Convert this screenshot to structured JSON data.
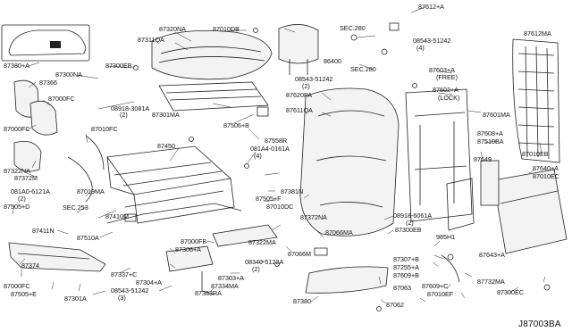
{
  "diagram": {
    "drawing_code": "J87003BA",
    "labels": [
      "87320NA",
      "87311QA",
      "87010DB",
      "SEC.280",
      "87612+A",
      "87612MA",
      "08543-51242",
      "(4)",
      "87380+A",
      "87300NA",
      "87300EB",
      "87366",
      "86400",
      "SEC.280",
      "87603+A",
      "(FREE)",
      "87602+A",
      "(LOCK)",
      "08918-3081A",
      "(2)",
      "87301MA",
      "08543-51242",
      "(2)",
      "87620PA",
      "87611QA",
      "87601MA",
      "87000FC",
      "87506+B",
      "87558R",
      "87608+A",
      "87510BA",
      "87000FC",
      "87010FC",
      "87450",
      "081A4-0161A",
      "(4)",
      "87649",
      "87010EB",
      "87640+A",
      "87010EC",
      "87322NA",
      "87372M",
      "081A0-6121A",
      "(2)",
      "87019MA",
      "87505+F",
      "87381N",
      "87010DC",
      "87505+D",
      "87372NA",
      "08918-6061A",
      "(2)",
      "SEC.253",
      "87410M",
      "87300EB",
      "985H1",
      "87411N",
      "87510A",
      "87066MA",
      "87322MA",
      "87000FB",
      "87066M",
      "87643+A",
      "87374",
      "87306+A",
      "08340-5122A",
      "(2)",
      "87307+B",
      "87255+A",
      "87000FC",
      "87337+C",
      "87304+A",
      "87303+A",
      "87609+B",
      "87732MA",
      "87505+E",
      "87301A",
      "08543-51242",
      "(3)",
      "87383RA",
      "87334MA",
      "87063",
      "87609+C",
      "87300EC",
      "87010EF",
      "87380",
      "87062"
    ]
  }
}
